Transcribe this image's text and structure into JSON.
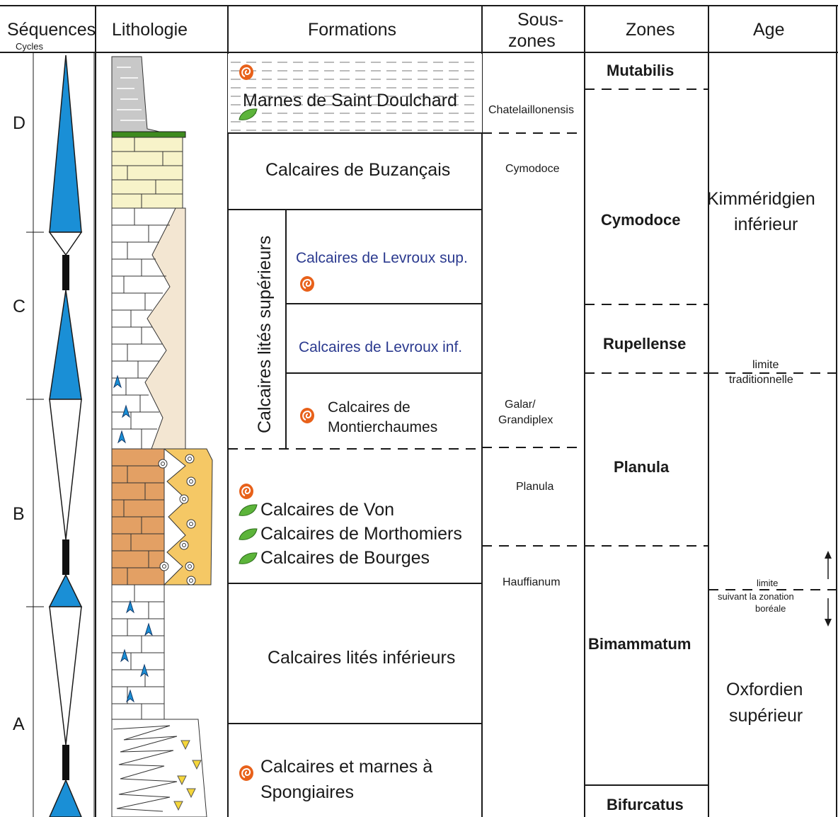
{
  "headers": {
    "sequences": "Séquences",
    "cycles": "Cycles",
    "lithologie": "Lithologie",
    "formations": "Formations",
    "souszones": [
      "Sous-",
      "zones"
    ],
    "zones": "Zones",
    "age": "Age"
  },
  "sequences": [
    "D",
    "C",
    "B",
    "A"
  ],
  "formations": {
    "saint_doulchard": "Marnes de Saint Doulchard",
    "buzancais": "Calcaires de Buzançais",
    "lites_sup_group": "Calcaires lités supérieurs",
    "levroux_sup": "Calcaires de Levroux sup.",
    "levroux_inf": "Calcaires de Levroux inf.",
    "montierchaumes": [
      "Calcaires de",
      "Montierchaumes"
    ],
    "von": "Calcaires de Von",
    "morthomiers": "Calcaires de Morthomiers",
    "bourges": "Calcaires de Bourges",
    "lites_inf": "Calcaires lités inférieurs",
    "spongiaires": [
      "Calcaires et marnes à",
      "Spongiaires"
    ]
  },
  "souszones": {
    "chatelaillonensis": "Chatelaillonensis",
    "cymodoce": "Cymodoce",
    "galar": [
      "Galar/",
      "Grandiplex"
    ],
    "planula": "Planula",
    "hauffianum": "Hauffianum"
  },
  "zones": {
    "mutabilis": "Mutabilis",
    "cymodoce": "Cymodoce",
    "rupellense": "Rupellense",
    "planula": "Planula",
    "bimammatum": "Bimammatum",
    "bifurcatus": "Bifurcatus"
  },
  "age": {
    "kimmeridgien": [
      "Kimméridgien",
      "inférieur"
    ],
    "limite_trad": [
      "limite",
      "traditionnelle"
    ],
    "limite_boreale": [
      "limite",
      "suivant la zonation",
      "boréale"
    ],
    "oxfordien": [
      "Oxfordien",
      "supérieur"
    ]
  },
  "colors": {
    "trend_blue": "#1a8fd6",
    "marl_grey": "#c8c8c8",
    "cream": "#f7f3c9",
    "beige": "#f3e6d2",
    "brick_orange": "#e3a064",
    "reef_yellow": "#f5c865",
    "green_cap": "#3e8a1e",
    "ammonite": "#e8611a",
    "leaf": "#5cb43a",
    "text_blue": "#2b3a8f"
  }
}
